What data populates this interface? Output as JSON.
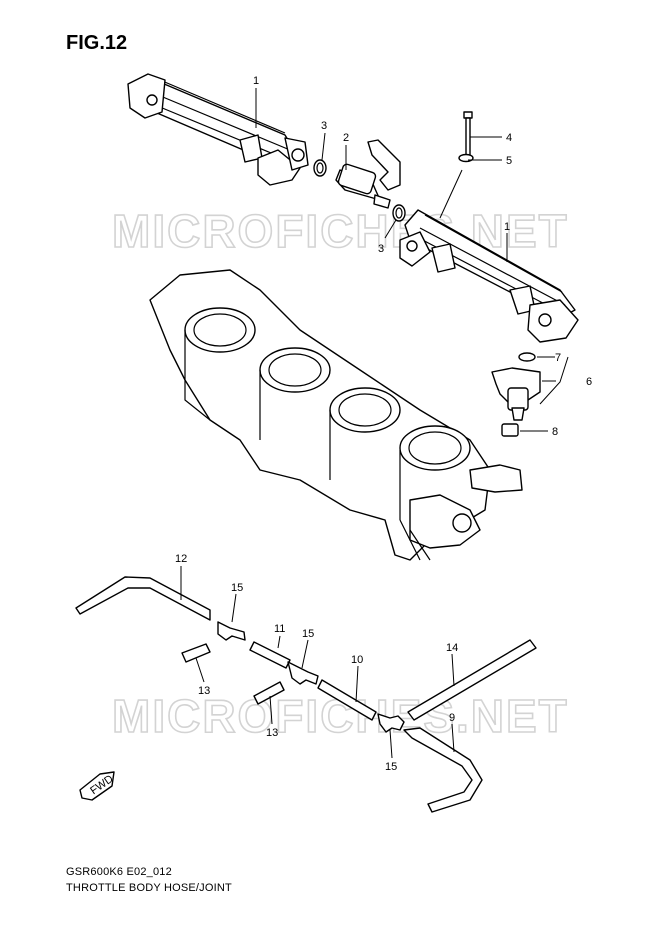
{
  "figure": {
    "title": "FIG.12",
    "code": "GSR600K6 E02_012",
    "caption": "THROTTLE BODY HOSE/JOINT",
    "watermark": "MICROFICHES.NET",
    "forward_marker": "FWD"
  },
  "callouts": [
    "1",
    "2",
    "3",
    "3",
    "4",
    "5",
    "1",
    "7",
    "6",
    "8",
    "12",
    "15",
    "11",
    "15",
    "10",
    "14",
    "13",
    "13",
    "9",
    "15"
  ]
}
